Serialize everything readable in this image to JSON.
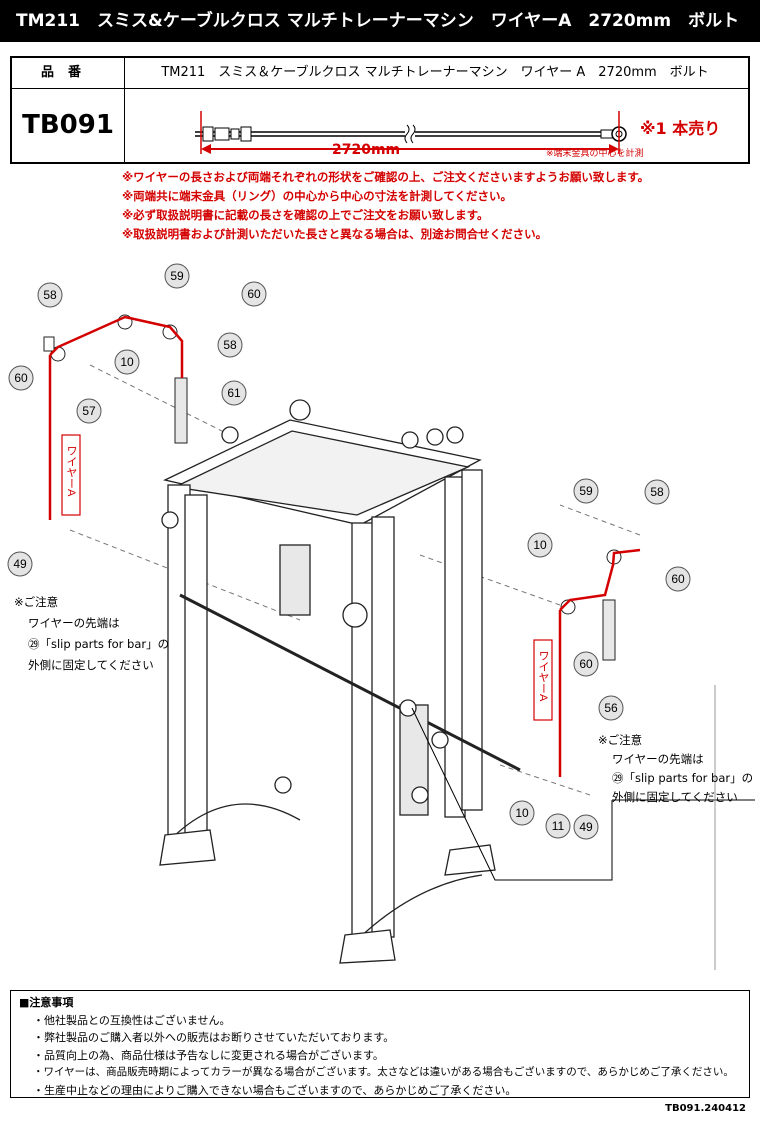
{
  "title": "TM211　スミス&ケーブルクロス マルチトレーナーマシン　ワイヤーA　2720mm　ボルト",
  "product_table": {
    "header_label": "品番",
    "header_name": "TM211　スミス＆ケーブルクロス マルチトレーナーマシン　ワイヤー A　2720mm　ボルト",
    "code": "TB091",
    "wire_length": "2720mm",
    "sold_singly": "※1 本売り",
    "end_note": "※端末金具の中心を計測"
  },
  "notes": [
    "※ワイヤーの長さおよび両端それぞれの形状をご確認の上、ご注文くださいますようお願い致します。",
    "※両端共に端末金具（リング）の中心から中心の寸法を計測してください。",
    "※必ず取扱説明書に記載の長さを確認の上でご注文をお願い致します。",
    "※取扱説明書および計測いただいた長さと異なる場合は、別途お問合せください。"
  ],
  "diagram": {
    "wire_label": "ワイヤーA",
    "part_numbers": {
      "p58a": "58",
      "p59a": "59",
      "p60a": "60",
      "p58b": "58",
      "p60b": "60",
      "p10a": "10",
      "p57": "57",
      "p61": "61",
      "p49a": "49",
      "p59b": "59",
      "p58c": "58",
      "p10b": "10",
      "p60c": "60",
      "p60d": "60",
      "p56": "56",
      "p10c": "10",
      "p11": "11",
      "p49b": "49"
    },
    "caution_left": {
      "title": "※ご注意",
      "line1": "ワイヤーの先端は",
      "line2": "㉙「slip parts for bar」の",
      "line3": "外側に固定してください"
    },
    "caution_right": {
      "title": "※ご注意",
      "line1": "ワイヤーの先端は",
      "line2": "㉙「slip parts for bar」の",
      "line3": "外側に固定してください"
    }
  },
  "bottom_notes": {
    "heading": "■注意事項",
    "items": [
      "・他社製品との互換性はございません。",
      "・弊社製品のご購入者以外への販売はお断りさせていただいております。",
      "・品質向上の為、商品仕様は予告なしに変更される場合がございます。",
      "・ワイヤーは、商品販売時期によってカラーが異なる場合がございます。太さなどは違いがある場合もございますので、あらかじめご了承ください。",
      "・生産中止などの理由によりご購入できない場合もございますので、あらかじめご了承ください。"
    ]
  },
  "doc_id": "TB091.240412",
  "colors": {
    "accent_red": "#d40000",
    "title_bg": "#000000"
  }
}
